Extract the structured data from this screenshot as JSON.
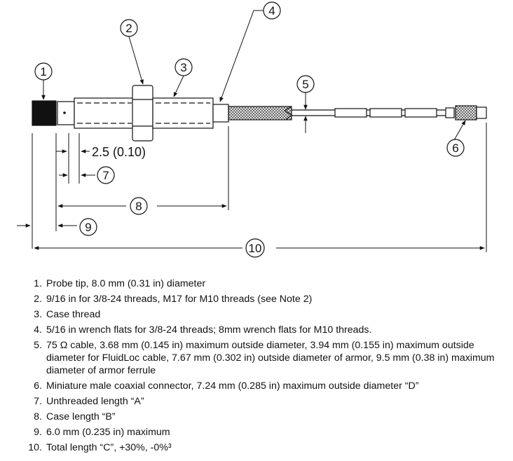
{
  "callouts": [
    "1",
    "2",
    "3",
    "4",
    "5",
    "6",
    "7",
    "8",
    "9",
    "10"
  ],
  "dimension_label": "2.5 (0.10)",
  "notes": [
    {
      "num": "1.",
      "text": "Probe tip, 8.0 mm (0.31 in) diameter"
    },
    {
      "num": "2.",
      "text": "9/16 in for 3/8-24 threads, M17 for M10 threads (see Note 2)"
    },
    {
      "num": "3.",
      "text": "Case thread"
    },
    {
      "num": "4.",
      "text": "5/16 in wrench flats for 3/8-24 threads; 8mm wrench flats for M10 threads."
    },
    {
      "num": "5.",
      "text": "75 Ω cable, 3.68 mm (0.145 in) maximum outside diameter, 3.94 mm (0.155 in) maximum outside diameter for FluidLoc cable, 7.67 mm (0.302 in) outside diameter of armor, 9.5 mm (0.38 in) maximum diameter of armor ferrule"
    },
    {
      "num": "6.",
      "text": "Miniature male coaxial connector, 7.24 mm (0.285 in) maximum outside diameter “D”"
    },
    {
      "num": "7.",
      "text": "Unthreaded length “A”"
    },
    {
      "num": "8.",
      "text": "Case length “B”"
    },
    {
      "num": "9.",
      "text": "6.0 mm (0.235 in) maximum"
    },
    {
      "num": "10.",
      "text": "Total length “C”, +30%, -0%³"
    }
  ]
}
